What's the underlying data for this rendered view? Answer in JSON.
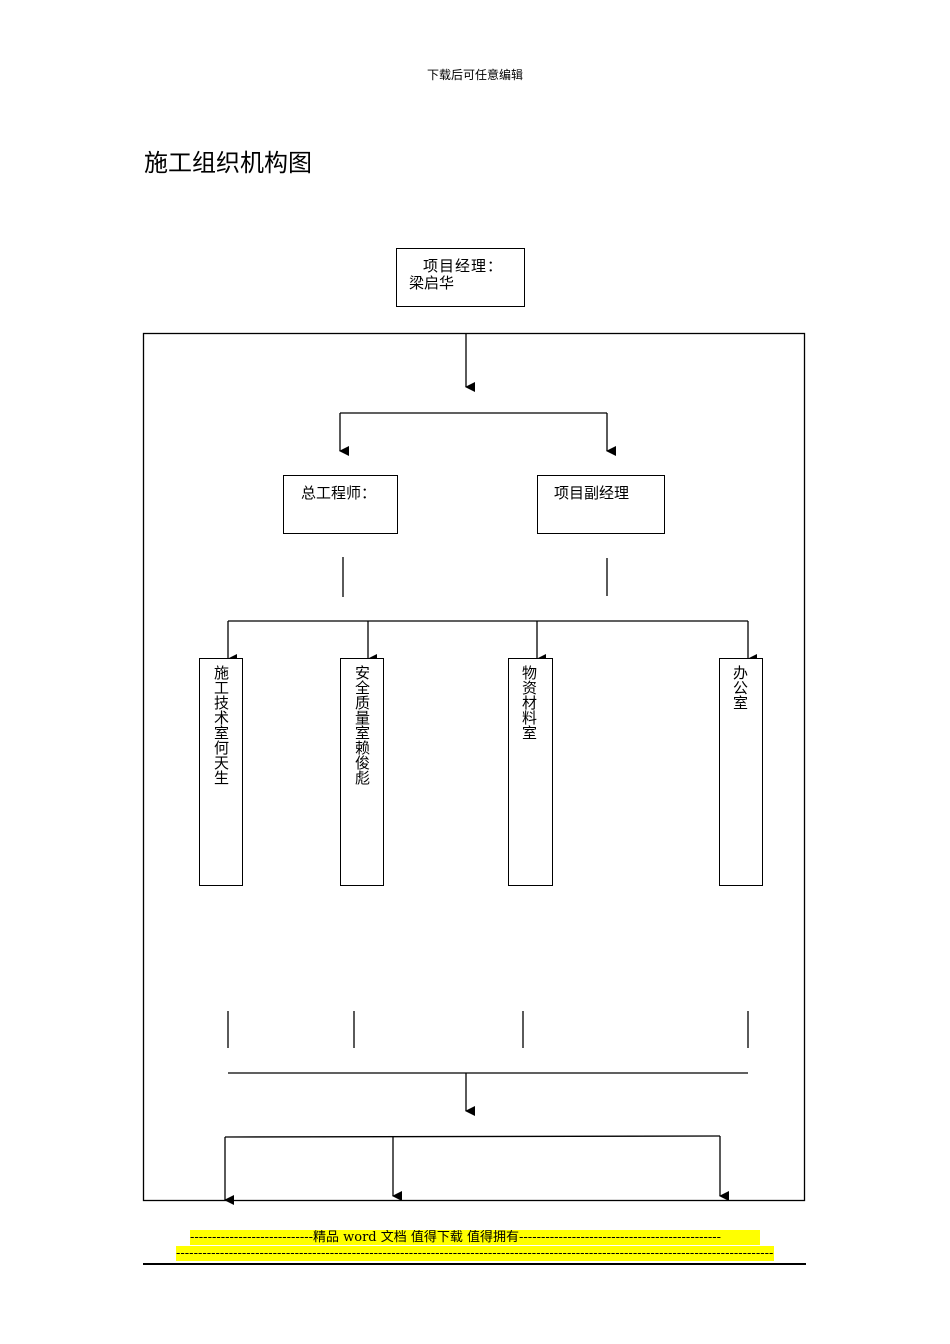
{
  "header": "下载后可任意编辑",
  "title": "施工组织机构图",
  "org": {
    "manager": {
      "role": "项目经理：",
      "name": "梁启华"
    },
    "chief_engineer": "总工程师：",
    "deputy_manager": "项目副经理",
    "departments": [
      "施工技术室何天生",
      "安全质量室赖俊彪",
      "物资材料室",
      "办公室"
    ]
  },
  "footer": {
    "line1": "----------------------------精品 word 文档 值得下载 值得拥有----------------------------------------------",
    "line2": "------------------------------------------------------------------------------------------------------------------------------------------",
    "highlight_color": "#ffff00"
  }
}
